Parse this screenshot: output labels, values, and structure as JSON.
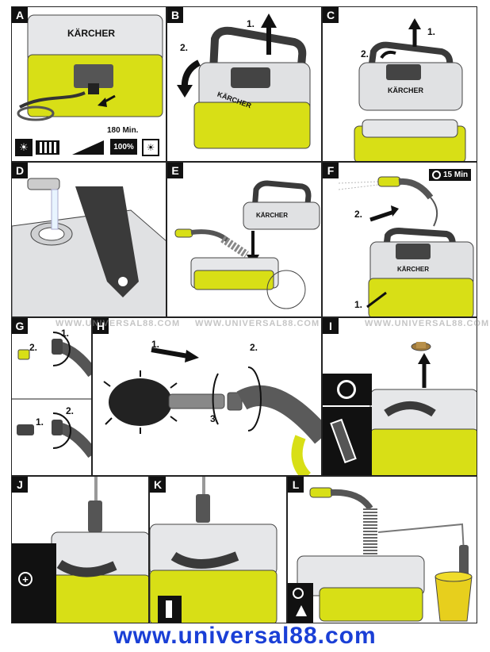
{
  "colors": {
    "brand_yellow": "#d8df16",
    "device_grey": "#d9dadc",
    "handle_dark": "#3a3a3a",
    "footer_blue": "#1a3fd6"
  },
  "panels": {
    "A": {
      "letter": "A",
      "brand": "KÄRCHER",
      "charge_time": "180 Min.",
      "charge_percent": "100%"
    },
    "B": {
      "letter": "B",
      "step1": "1.",
      "step2": "2.",
      "brand": "KÄRCHER"
    },
    "C": {
      "letter": "C",
      "step1": "1.",
      "step2": "2.",
      "brand": "KÄRCHER"
    },
    "D": {
      "letter": "D"
    },
    "E": {
      "letter": "E",
      "brand": "KÄRCHER"
    },
    "F": {
      "letter": "F",
      "duration": "15 Min",
      "step1": "1.",
      "step2": "2.",
      "brand": "KÄRCHER"
    },
    "G": {
      "letter": "G",
      "top_step1": "1.",
      "top_step2": "2.",
      "bottom_step1": "1.",
      "bottom_step2": "2."
    },
    "H": {
      "letter": "H",
      "step1": "1.",
      "step2": "2.",
      "step3": "3."
    },
    "I": {
      "letter": "I"
    },
    "J": {
      "letter": "J"
    },
    "K": {
      "letter": "K"
    },
    "L": {
      "letter": "L"
    }
  },
  "watermark": "WWW.UNIVERSAL88.COM",
  "footer": {
    "url": "www.universal88.com"
  },
  "icons": [
    "lamp-icon",
    "battery-icon",
    "clock-icon",
    "steering-wheel-icon",
    "spray-gun-icon",
    "sprinkler-icon"
  ]
}
